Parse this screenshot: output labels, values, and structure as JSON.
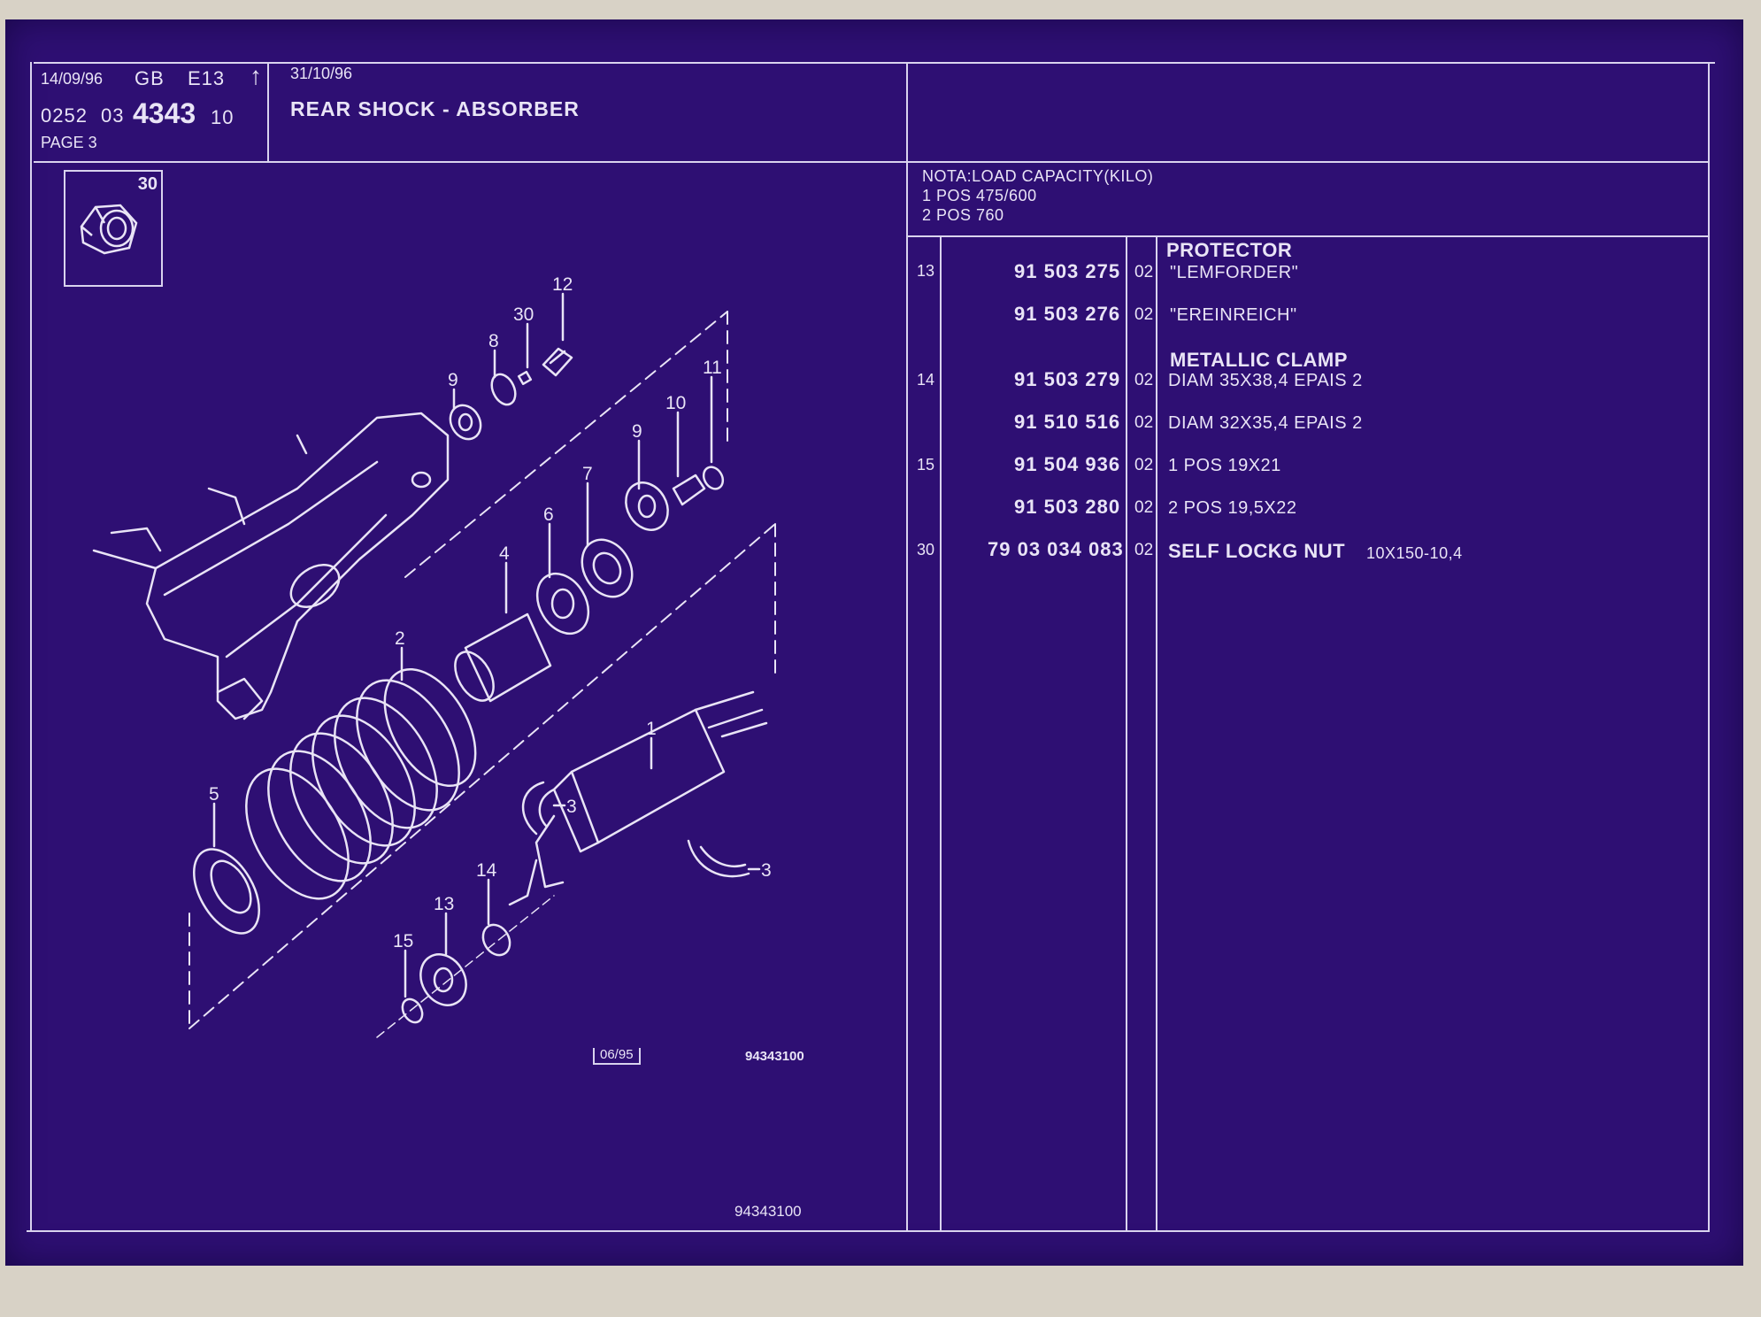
{
  "header": {
    "date_left": "14/09/96",
    "lang": "GB",
    "edition": "E13",
    "arrow": "↑",
    "code_a": "0252",
    "code_b": "03",
    "group": "4343",
    "code_c": "10",
    "page": "PAGE 3",
    "date_right": "31/10/96",
    "title": "REAR SHOCK - ABSORBER"
  },
  "note": {
    "line1": "NOTA:LOAD CAPACITY(KILO)",
    "line2": "1 POS 475/600",
    "line3": "2 POS 760"
  },
  "inset": {
    "label": "30"
  },
  "parts": [
    {
      "pos": "13",
      "ref": "91 503 275",
      "var": "02",
      "head": "PROTECTOR",
      "desc": "\"LEMFORDER\""
    },
    {
      "pos": "",
      "ref": "91 503 276",
      "var": "02",
      "head": "",
      "desc": "\"EREINREICH\""
    },
    {
      "pos": "14",
      "ref": "91 503 279",
      "var": "02",
      "head": "METALLIC CLAMP",
      "desc": "DIAM 35X38,4 EPAIS 2"
    },
    {
      "pos": "",
      "ref": "91 510 516",
      "var": "02",
      "head": "",
      "desc": "DIAM 32X35,4 EPAIS 2"
    },
    {
      "pos": "15",
      "ref": "91 504 936",
      "var": "02",
      "head": "",
      "desc": "1 POS 19X21"
    },
    {
      "pos": "",
      "ref": "91 503 280",
      "var": "02",
      "head": "",
      "desc": "2 POS 19,5X22"
    },
    {
      "pos": "30",
      "ref": "79 03 034 083",
      "var": "02",
      "head": "",
      "desc_bold": "SELF LOCKG NUT",
      "desc": "10X150-10,4"
    }
  ],
  "diagram": {
    "callouts": [
      "12",
      "30",
      "8",
      "9",
      "11",
      "10",
      "9",
      "7",
      "6",
      "4",
      "2",
      "1",
      "5",
      "3",
      "3",
      "14",
      "13",
      "15"
    ],
    "stamp": "06/95",
    "drawing_no": "94343100"
  },
  "footer": {
    "drawing_no": "94343100"
  },
  "colors": {
    "background": "#2e0f73",
    "ink": "#e9e4f6"
  }
}
